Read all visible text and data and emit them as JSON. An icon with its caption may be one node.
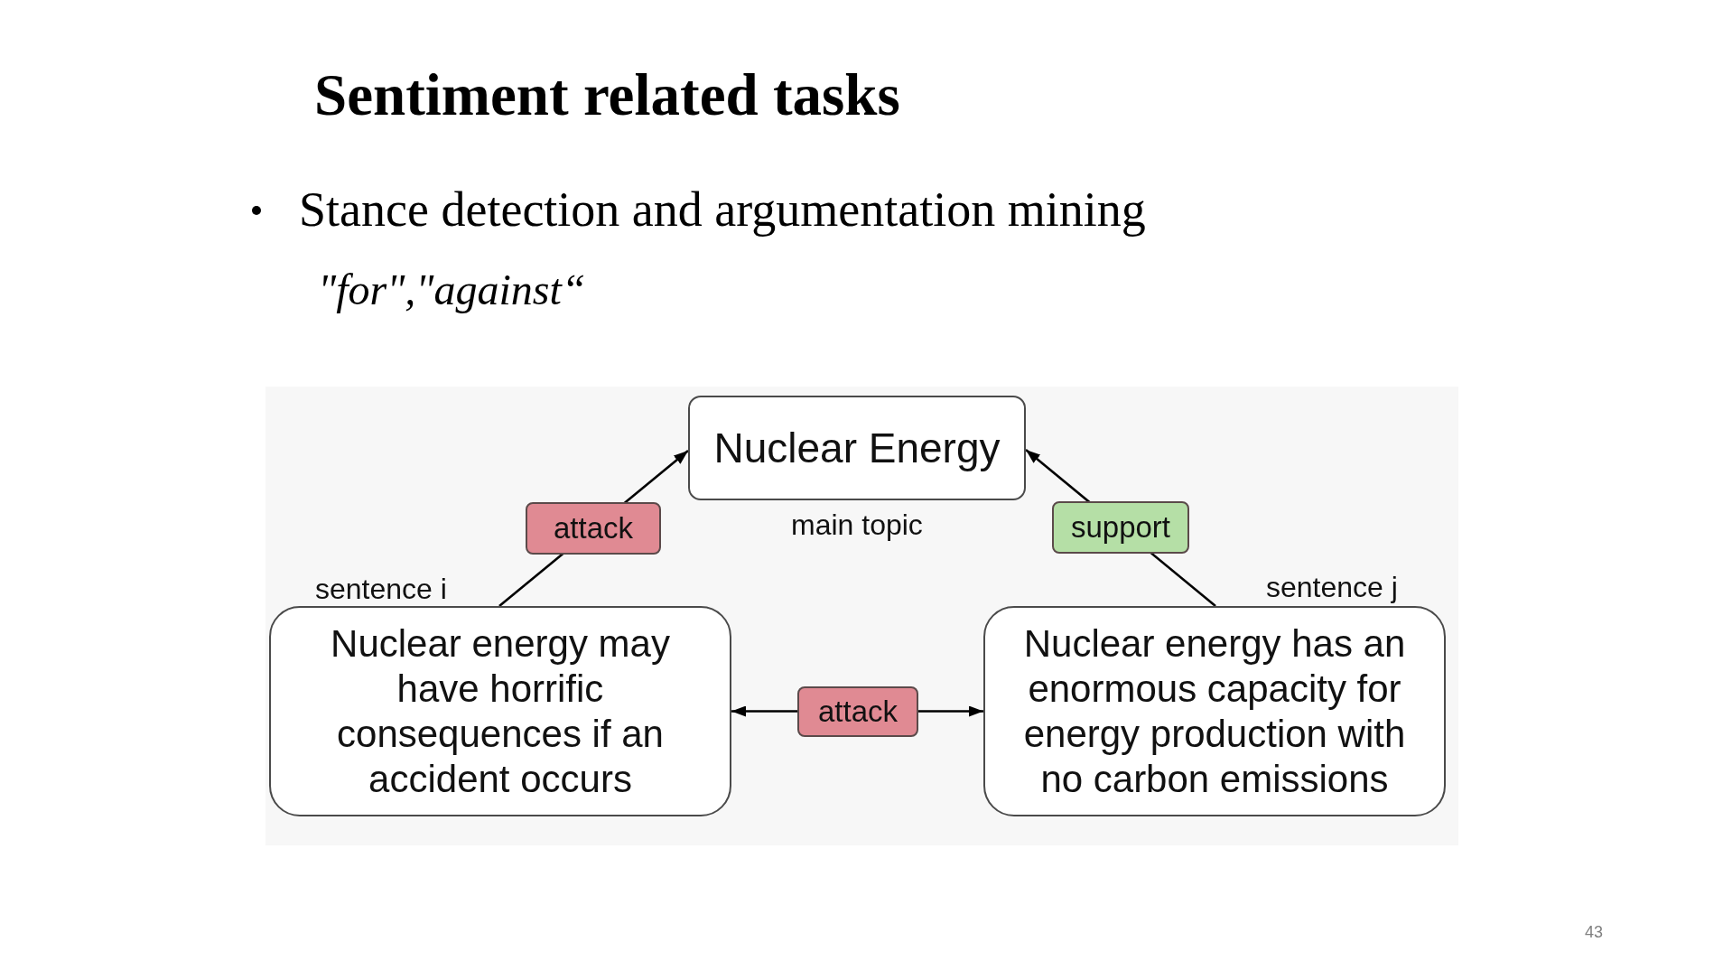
{
  "diagram": {
    "title": "Sentiment related tasks",
    "nodes": [
      {
        "text": [
          "Nuclear Energy"
        ],
        "beside": [
          "main topic"
        ]
      },
      {
        "text": [
          "Nuclear energy may have horrific consequences if an accident occurs"
        ],
        "beside": [
          "sentence i"
        ]
      },
      {
        "text": [
          "Nuclear energy has an enormous capacity for energy production with no carbon emissions"
        ],
        "beside": [
          "sentence j"
        ]
      }
    ],
    "edges": [
      {
        "from": 1,
        "to": 0,
        "arrow": "to",
        "label": "attack"
      },
      {
        "from": 2,
        "to": 0,
        "arrow": "to",
        "label": "support"
      },
      {
        "from": 1,
        "to": 2,
        "arrow": "both",
        "label": "attack"
      }
    ],
    "labels": [
      "Stance detection and argumentation mining",
      "\"for\",\"against“",
      "43"
    ]
  }
}
